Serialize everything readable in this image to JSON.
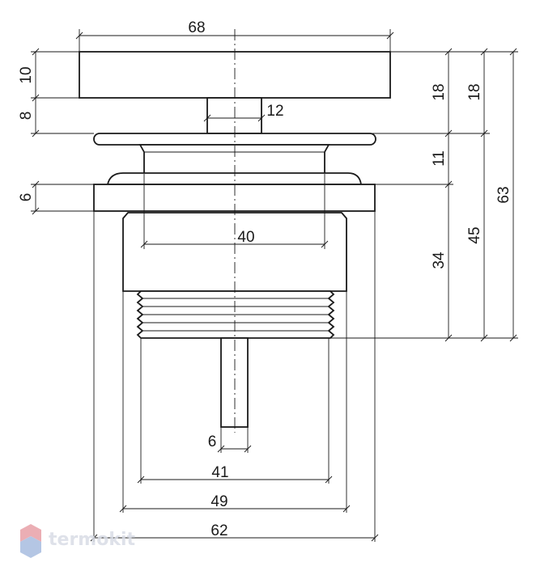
{
  "dimensions": {
    "cap_width": "68",
    "cap_height": "10",
    "stem_height": "8",
    "stem_width": "12",
    "inner_diameter": "40",
    "cap_to_flange": "18",
    "cap_total": "18",
    "flange_gap": "11",
    "flange_thickness": "6",
    "body_height": "34",
    "lower_height": "45",
    "total_height": "63",
    "rod_diameter": "6",
    "thread_diameter": "41",
    "body_diameter": "49",
    "flange_diameter": "62"
  },
  "logo": {
    "text": "termokit"
  },
  "colors": {
    "line": "#1a1a1a",
    "logo_red": "#e8a0a8",
    "logo_blue": "#a8bde0",
    "logo_text": "#d9dce6"
  }
}
